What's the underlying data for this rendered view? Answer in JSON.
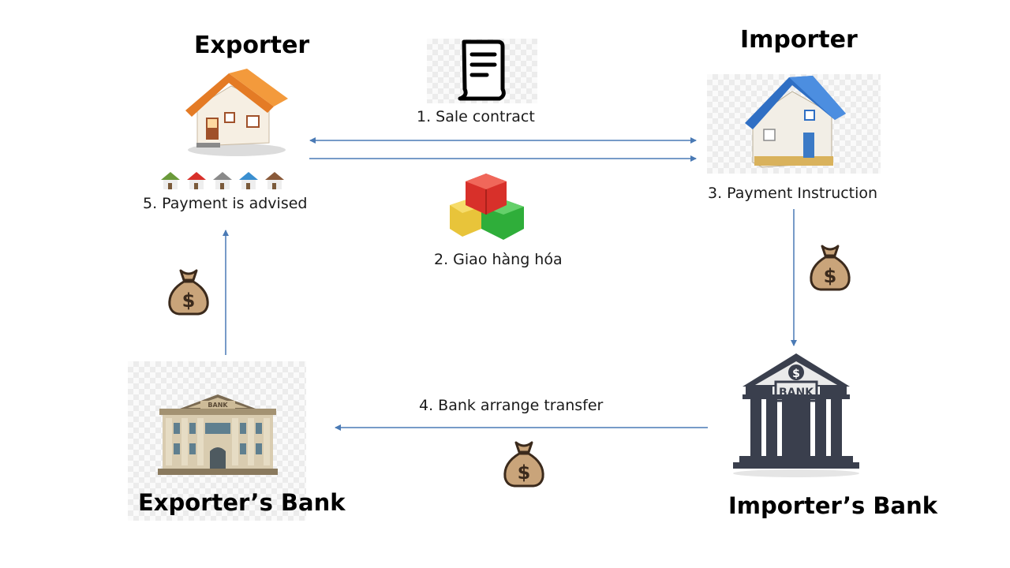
{
  "nodes": {
    "exporter": {
      "title": "Exporter",
      "icon": "house-orange-roof-icon"
    },
    "importer": {
      "title": "Importer",
      "icon": "house-blue-roof-icon"
    },
    "exporter_bank": {
      "title": "Exporter’s Bank",
      "icon": "bank-building-icon"
    },
    "importer_bank": {
      "title": "Importer’s Bank",
      "icon": "bank-dollar-icon",
      "sign": "BANK",
      "bank_sign": "BANK"
    }
  },
  "steps": {
    "step1": {
      "label": "1. Sale contract",
      "icon": "contract-document-icon"
    },
    "step2": {
      "label": "2. Giao hàng hóa",
      "icon": "goods-boxes-icon"
    },
    "step3": {
      "label": "3. Payment Instruction",
      "icon": "money-bag-icon"
    },
    "step4": {
      "label": "4. Bank arrange transfer",
      "icon": "money-bag-icon"
    },
    "step5": {
      "label": "5. Payment is advised",
      "icon": "money-bag-icon"
    }
  },
  "colors": {
    "arrow": "#4a7ab5",
    "bag": "#c9a47a",
    "bag_outline": "#3b2a1c"
  }
}
